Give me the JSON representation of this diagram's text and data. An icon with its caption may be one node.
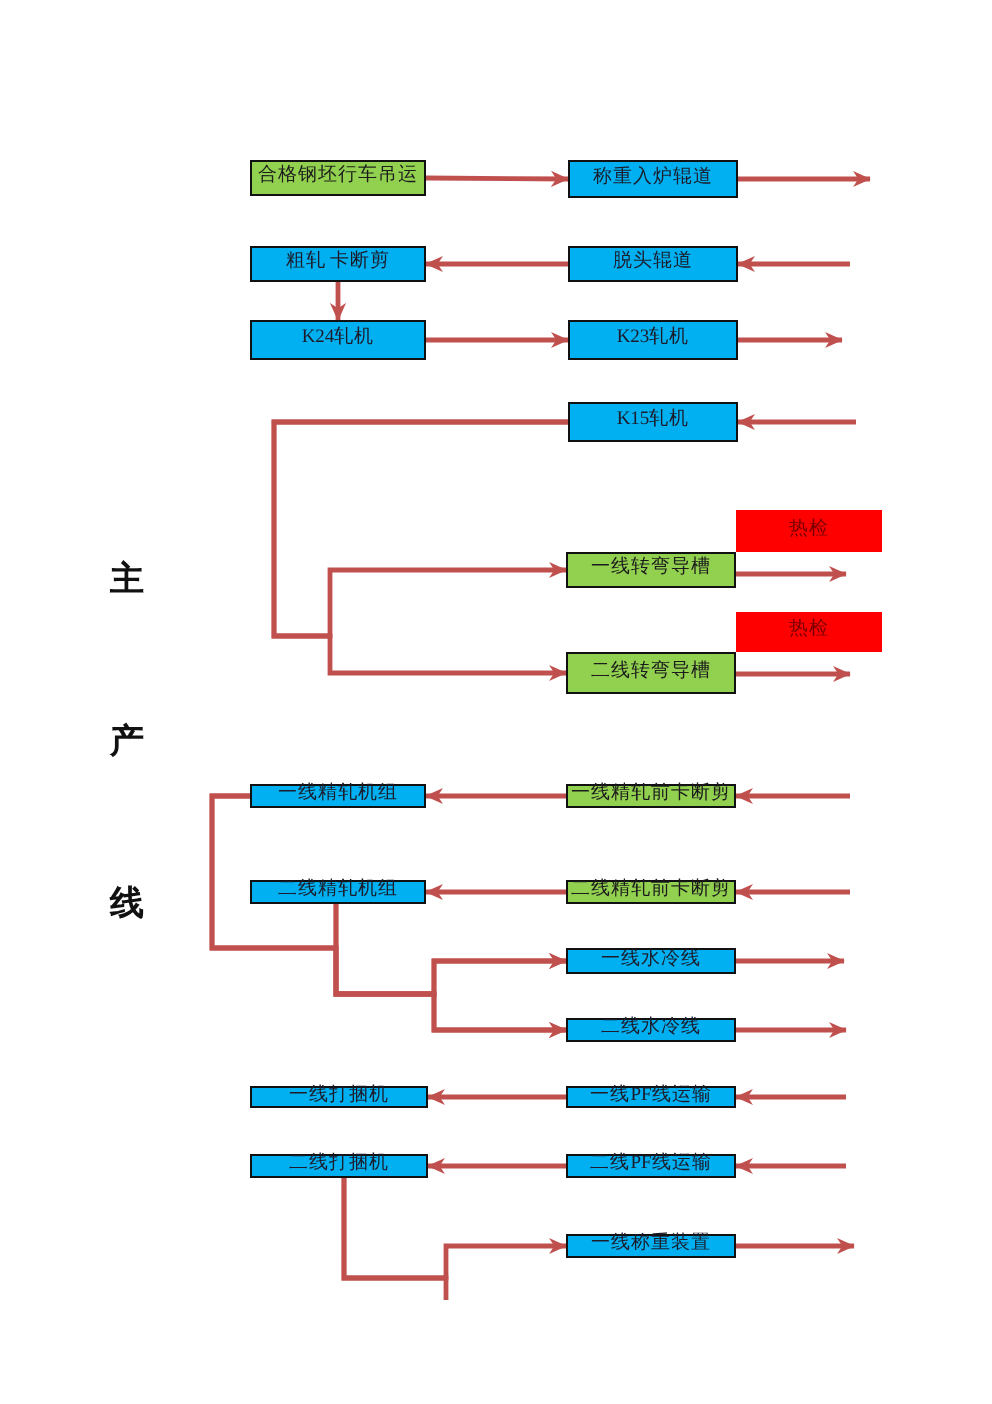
{
  "diagram": {
    "nodes": [
      {
        "text": [
          "合格钢坯行车吊运"
        ]
      },
      {
        "text": [
          "称重入炉辊道"
        ]
      },
      {
        "text": [
          "粗轧 卡断剪"
        ]
      },
      {
        "text": [
          "脱头辊道"
        ]
      },
      {
        "text": [
          "K24轧机"
        ]
      },
      {
        "text": [
          "K23轧机"
        ]
      },
      {
        "text": [
          "K15轧机"
        ]
      },
      {
        "text": [
          "一线转弯导槽"
        ]
      },
      {
        "text": [
          "二线转弯导槽"
        ]
      },
      {
        "text": [
          "一线精轧机组"
        ]
      },
      {
        "text": [
          "一线精轧前卡断剪"
        ]
      },
      {
        "text": [
          "二线精轧机组"
        ]
      },
      {
        "text": [
          "二线精轧前卡断剪"
        ]
      },
      {
        "text": [
          "一线水冷线"
        ]
      },
      {
        "text": [
          "二线水冷线"
        ]
      },
      {
        "text": [
          "一线打捆机"
        ]
      },
      {
        "text": [
          "一线PF线运输"
        ]
      },
      {
        "text": [
          "二线打捆机"
        ]
      },
      {
        "text": [
          "二线PF线运输"
        ]
      },
      {
        "text": [
          "一线称重装置"
        ]
      }
    ],
    "edges": [
      {
        "from": 0,
        "to": 1,
        "arrow": "to"
      },
      {
        "from": 1,
        "to": null,
        "arrow": "to"
      },
      {
        "from": null,
        "to": 3,
        "arrow": "to"
      },
      {
        "from": 3,
        "to": 2,
        "arrow": "to"
      },
      {
        "from": 2,
        "to": 4,
        "arrow": "to"
      },
      {
        "from": 4,
        "to": 5,
        "arrow": "to"
      },
      {
        "from": 5,
        "to": null,
        "arrow": "to"
      },
      {
        "from": null,
        "to": 6,
        "arrow": "to"
      },
      {
        "from": 6,
        "to": 7,
        "arrow": "to"
      },
      {
        "from": 6,
        "to": 8,
        "arrow": "to"
      },
      {
        "from": 7,
        "to": null,
        "arrow": "to",
        "label": "热检"
      },
      {
        "from": 8,
        "to": null,
        "arrow": "to",
        "label": "热检"
      },
      {
        "from": null,
        "to": 10,
        "arrow": "to"
      },
      {
        "from": 10,
        "to": 9,
        "arrow": "to"
      },
      {
        "from": null,
        "to": 12,
        "arrow": "to"
      },
      {
        "from": 12,
        "to": 11,
        "arrow": "to"
      },
      {
        "from": 9,
        "to": 13,
        "arrow": "to"
      },
      {
        "from": 9,
        "to": 14,
        "arrow": "to"
      },
      {
        "from": 11,
        "to": 13,
        "arrow": "to"
      },
      {
        "from": 11,
        "to": 14,
        "arrow": "to"
      },
      {
        "from": 13,
        "to": null,
        "arrow": "to"
      },
      {
        "from": 14,
        "to": null,
        "arrow": "to"
      },
      {
        "from": null,
        "to": 16,
        "arrow": "to"
      },
      {
        "from": 16,
        "to": 15,
        "arrow": "to"
      },
      {
        "from": null,
        "to": 18,
        "arrow": "to"
      },
      {
        "from": 18,
        "to": 17,
        "arrow": "to"
      },
      {
        "from": 17,
        "to": 19,
        "arrow": "to"
      },
      {
        "from": 17,
        "to": null,
        "arrow": "none"
      },
      {
        "from": 19,
        "to": null,
        "arrow": "to"
      }
    ],
    "labels": [
      "主",
      "产",
      "线"
    ]
  }
}
